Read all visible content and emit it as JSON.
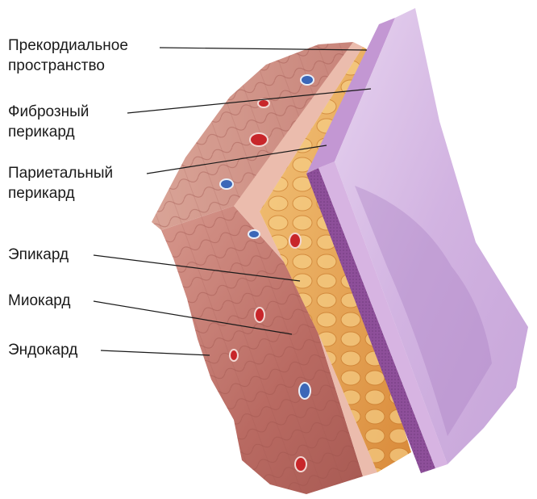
{
  "labels": {
    "precordial_space": "Прекордиальное\nпространство",
    "fibrous_pericardium": "Фиброзный\nперикард",
    "parietal_pericardium": "Париетальный\nперикард",
    "epicardium": "Эпикард",
    "myocardium": "Миокард",
    "endocardium": "Эндокард"
  },
  "colors": {
    "myocardium": "#b96a62",
    "myocardium_light": "#d99a8c",
    "myocardium_cell_line": "#9c4f49",
    "epicardium": "#e8b2a2",
    "fat": "#e6a04a",
    "fat_light": "#f4c57a",
    "parietal_layer": "#8e4f9a",
    "fibrous_face": "#c9a2d6",
    "fibrous_sheet": "#d8bfe6",
    "vessel_artery": "#c8262a",
    "vessel_vein": "#3b67b8",
    "leader_line": "#1a1a1a"
  },
  "icons": [
    "artery-vessel-icon",
    "vein-vessel-icon"
  ]
}
